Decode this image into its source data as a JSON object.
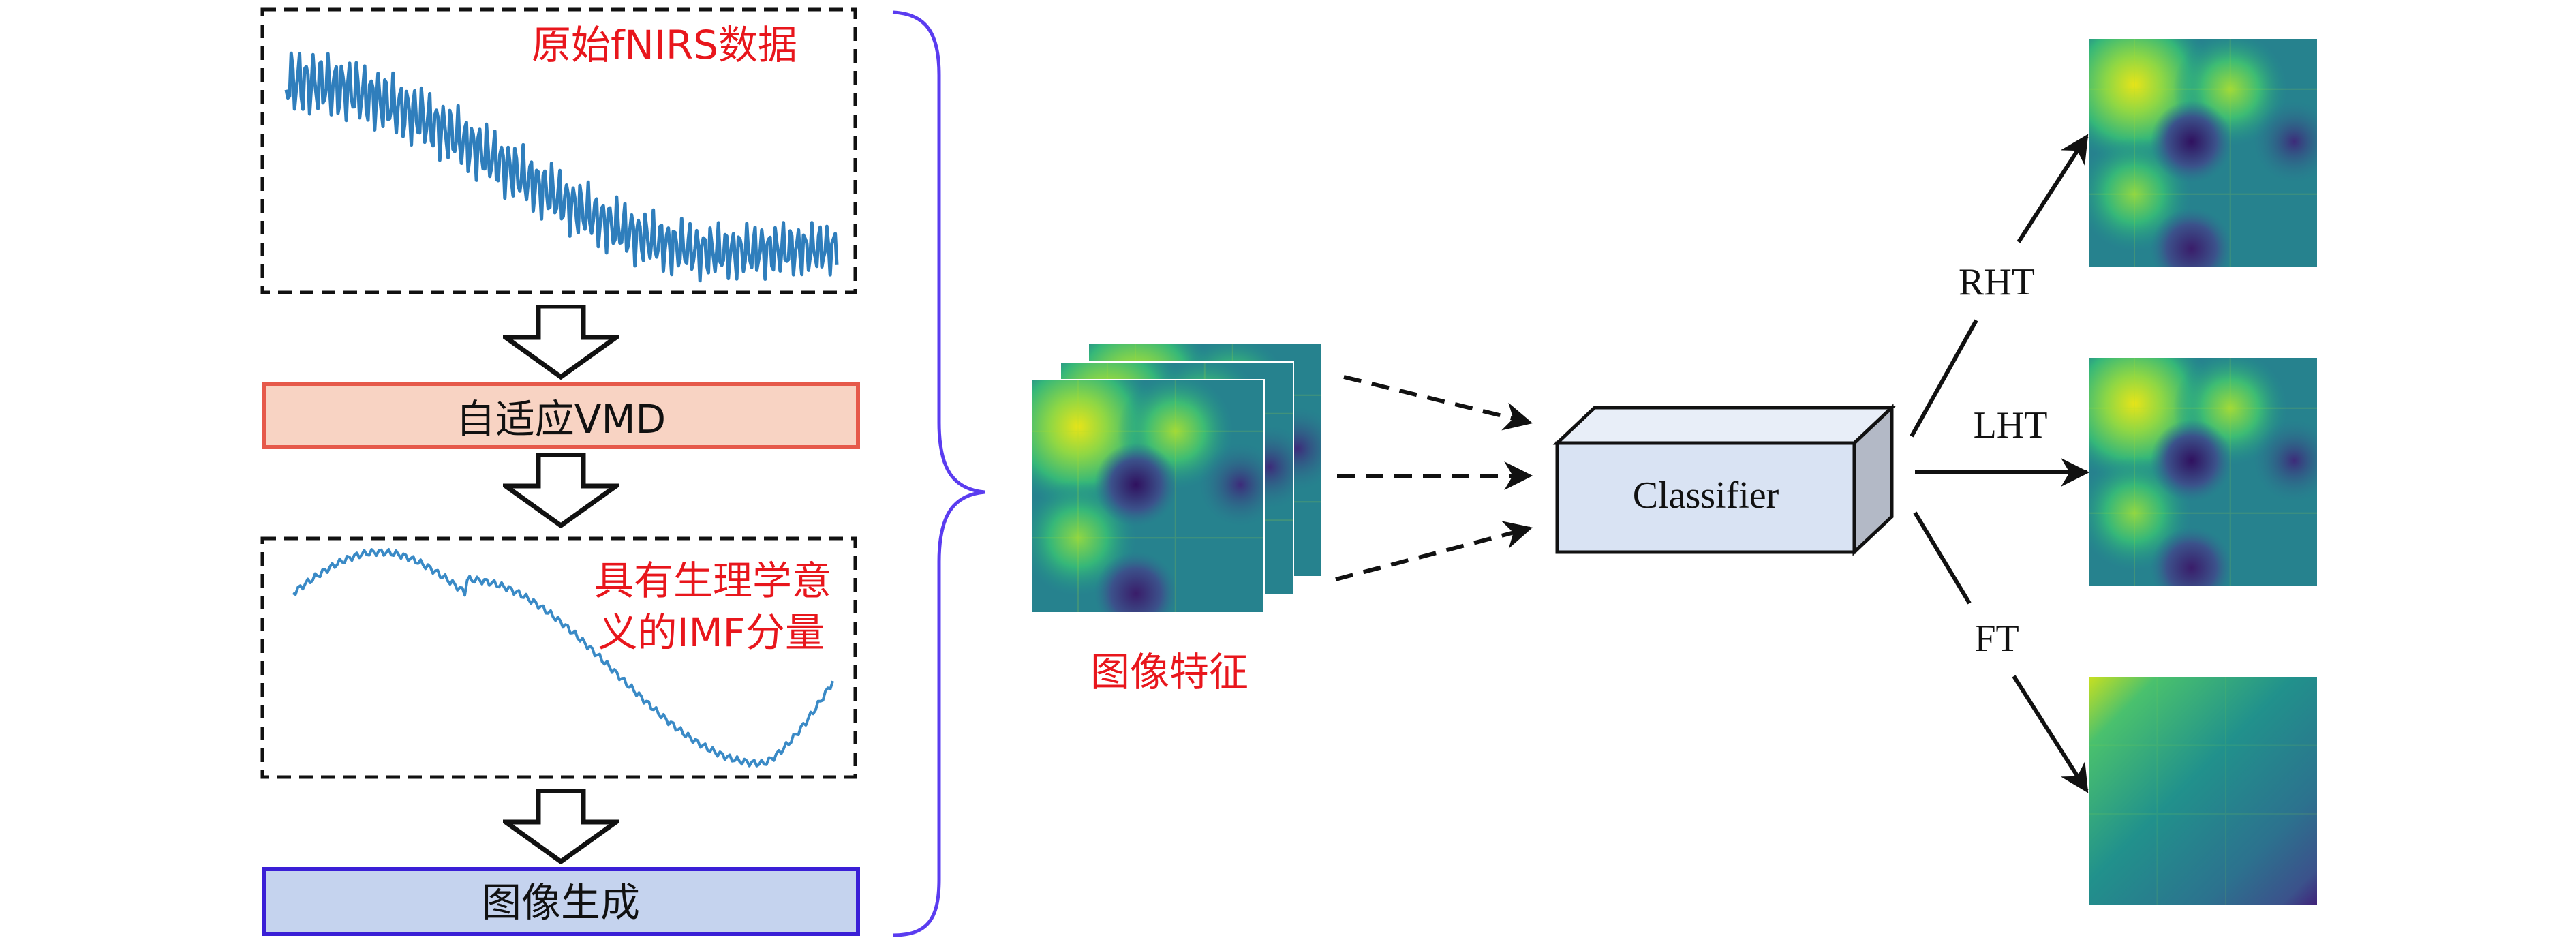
{
  "raw_label": "原始fNIRS数据",
  "vmd_label": "自适应VMD",
  "imf_label_line1": "具有生理学意",
  "imf_label_line2": "义的IMF分量",
  "imggen_label": "图像生成",
  "features_label": "图像特征",
  "classifier_label": "Classifier",
  "outputs": [
    {
      "label": "RHT"
    },
    {
      "label": "LHT"
    },
    {
      "label": "FT"
    }
  ],
  "colors": {
    "signal": "#2f7ebc",
    "vmd_fill": "#f8d3c3",
    "vmd_border": "#e6594a",
    "imggen_fill": "#c5d3ee",
    "imggen_border": "#3a1fd6",
    "brace": "#5a3cf0",
    "classifier_front": "#d9e3f3",
    "classifier_top": "#e8eef8",
    "classifier_side": "#b3b9c6",
    "label_red": "#e8161c"
  },
  "icons": {
    "down_arrow": "hollow-down-arrow",
    "heatmap": "viridis-heatmap"
  }
}
